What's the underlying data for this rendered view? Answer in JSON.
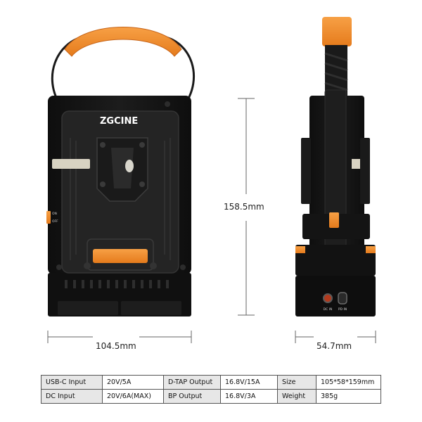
{
  "product": {
    "brand": "ZGCINE",
    "switch_on": "ON",
    "switch_off": "OFF",
    "port_dc_in": "DC IN",
    "port_pd_in": "PD IN"
  },
  "dimensions": {
    "height": "158.5mm",
    "width": "104.5mm",
    "depth": "54.7mm"
  },
  "specs": {
    "rows": [
      [
        {
          "key": "USB-C Input",
          "value": "20V/5A"
        },
        {
          "key": "D-TAP Output",
          "value": "16.8V/15A"
        },
        {
          "key": "Size",
          "value": "105*58*159mm"
        }
      ],
      [
        {
          "key": "DC Input",
          "value": "20V/6A(MAX)"
        },
        {
          "key": "BP Output",
          "value": "16.8V/3A"
        },
        {
          "key": "Weight",
          "value": "385g"
        }
      ]
    ]
  },
  "colors": {
    "body": "#161616",
    "accent_orange": "#f08a2a",
    "plate": "#2a2a2a",
    "table_key_bg": "#e7e7e7"
  }
}
